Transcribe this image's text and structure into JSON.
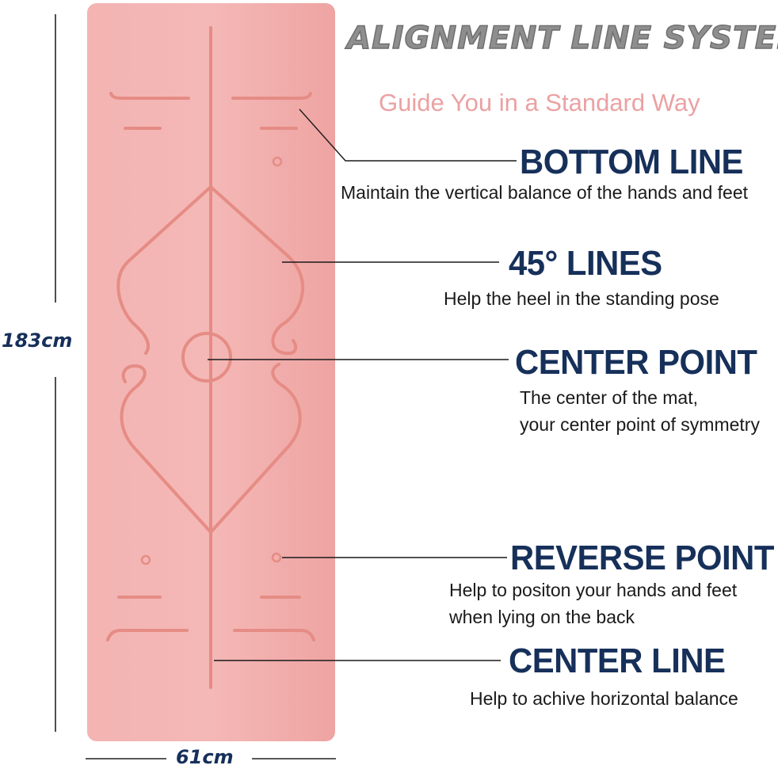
{
  "header": {
    "title": "ALIGNMENT LINE SYSTEM",
    "subtitle": "Guide You in a Standard Way"
  },
  "dimensions": {
    "length": "183cm",
    "width": "61cm"
  },
  "features": [
    {
      "title": "BOTTOM LINE",
      "desc": [
        "Maintain the vertical balance of the hands and feet"
      ]
    },
    {
      "title": "45° LINES",
      "desc": [
        "Help the heel in the standing pose"
      ]
    },
    {
      "title": "CENTER POINT",
      "desc": [
        "The center of the mat,",
        "your center point of symmetry"
      ]
    },
    {
      "title": "REVERSE POINT",
      "desc": [
        "Help to positon your hands and feet",
        "when lying on the back"
      ]
    },
    {
      "title": "CENTER LINE",
      "desc": [
        "Help to achive horizontal balance"
      ]
    }
  ],
  "colors": {
    "mat": "#f0aaa8",
    "mat_line": "#e58c85",
    "title_text": "#16305a",
    "subtitle_text": "#eba1a3"
  }
}
